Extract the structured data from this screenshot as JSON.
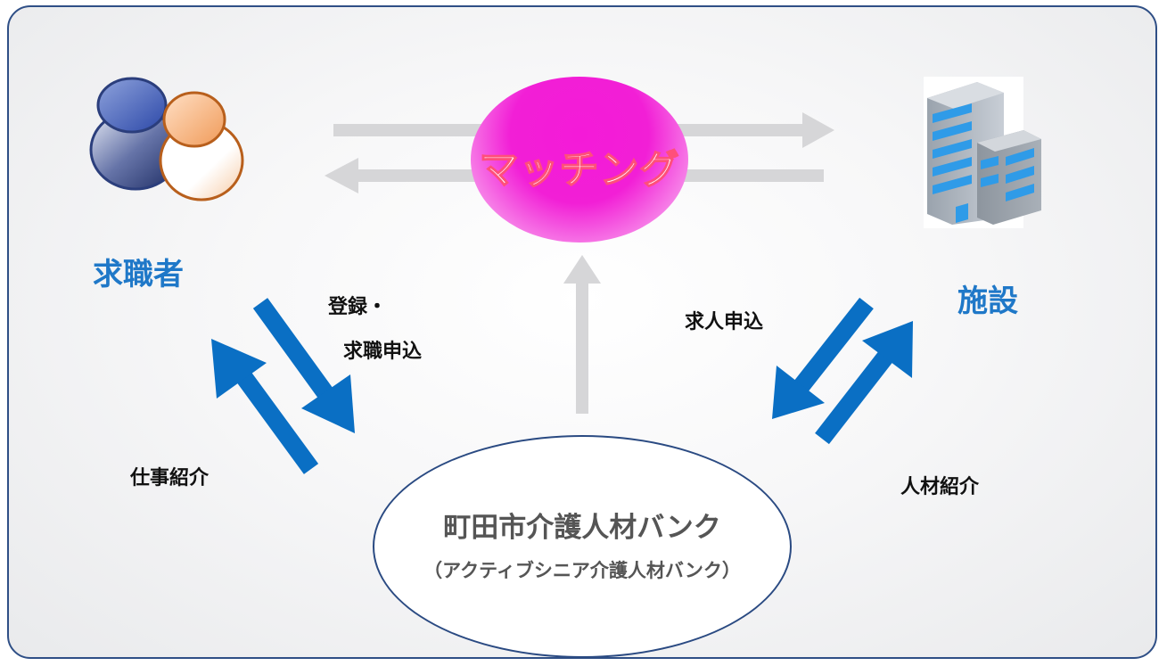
{
  "diagram": {
    "center_node": {
      "title": "町田市介護人材バンク",
      "subtitle": "（アクティブシニア介護人材バンク）"
    },
    "matching_node": {
      "label": "マッチング"
    },
    "job_seeker": {
      "label": "求職者",
      "icon": "people-icon"
    },
    "facility": {
      "label": "施設",
      "icon": "building-icon"
    },
    "flows": {
      "registration_line1": "登録・",
      "registration_line2": "求職申込",
      "job_introduction": "仕事紹介",
      "job_offer": "求人申込",
      "staff_introduction": "人材紹介"
    }
  },
  "colors": {
    "border": "#2f4f86",
    "accent_blue": "#1f78c8",
    "arrow_blue": "#0a6fc4",
    "arrow_gray": "#d3d3d5",
    "matching_pink": "#f21fd6"
  }
}
